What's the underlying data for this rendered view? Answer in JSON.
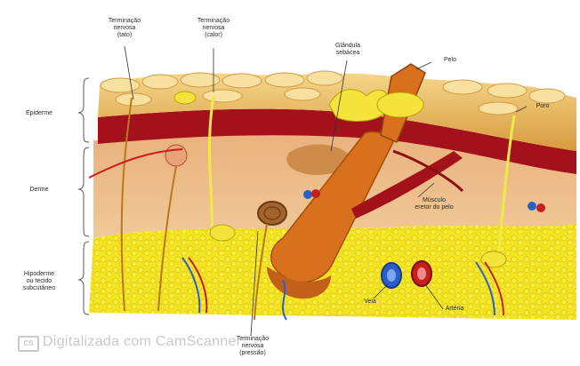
{
  "labels": {
    "epidermis": "Epiderme",
    "dermis": "Derme",
    "hypodermis_line1": "Hipoderme",
    "hypodermis_line2": "ou tecido",
    "hypodermis_line3": "subcutâneo",
    "nerve_touch_line1": "Terminação",
    "nerve_touch_line2": "nervosa",
    "nerve_touch_line3": "(tato)",
    "nerve_heat_line1": "Terminação",
    "nerve_heat_line2": "nervosa",
    "nerve_heat_line3": "(calor)",
    "sebaceous_line1": "Glândula",
    "sebaceous_line2": "sebácea",
    "hair": "Pelo",
    "pore": "Poro",
    "muscle_line1": "Músculo",
    "muscle_line2": "eretor do pelo",
    "vein": "Veia",
    "artery": "Artéria",
    "nerve_pressure_line1": "Terminação",
    "nerve_pressure_line2": "nervosa",
    "nerve_pressure_line3": "(pressão)"
  },
  "watermark": {
    "badge": "CS",
    "text": "Digitalizada com CamScanner"
  },
  "colors": {
    "epidermis": "#e8b85a",
    "dermis_red": "#a3121b",
    "dermis_tissue": "#e8c08c",
    "hypodermis_fat": "#f2e422",
    "hair": "#d8701e",
    "vein": "#2a5fc8",
    "artery": "#c81e1e"
  }
}
